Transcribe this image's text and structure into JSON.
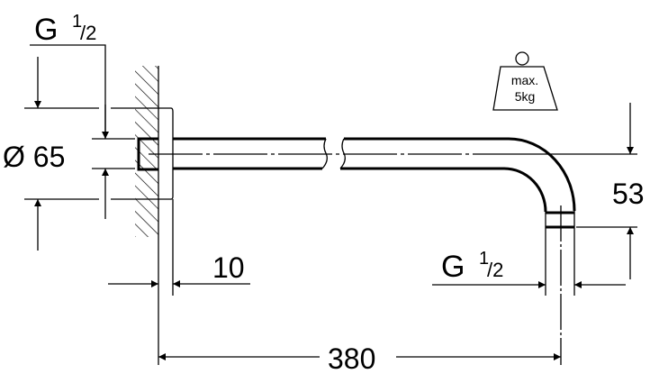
{
  "labels": {
    "thread_top": {
      "main": "G",
      "sup": "1",
      "sub": "/2"
    },
    "diameter": "Ø 65",
    "wall_offset": "10",
    "length": "380",
    "drop": "53",
    "thread_outlet": {
      "main": "G",
      "sup": "1",
      "sub": "/2"
    },
    "weight_line1": "max.",
    "weight_line2": "5kg"
  }
}
